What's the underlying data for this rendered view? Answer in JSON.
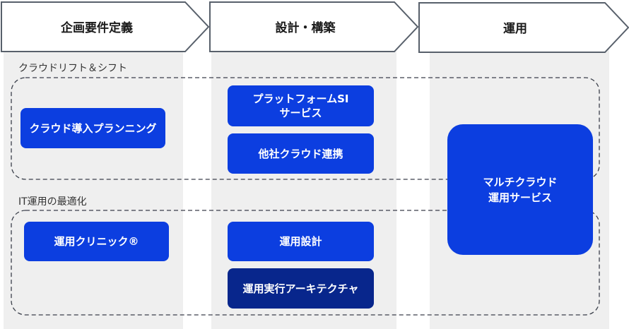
{
  "colors": {
    "box_blue": "#0c3ee0",
    "box_navy": "#08268c",
    "column_bg": "#efefef",
    "chevron_border": "#58606b",
    "dashed": "#3a3f4a"
  },
  "phases": [
    {
      "label": "企画要件定義"
    },
    {
      "label": "設計・構築"
    },
    {
      "label": "運用"
    }
  ],
  "sections": {
    "cloud": {
      "label": "クラウドリフト＆シフト"
    },
    "it_ops": {
      "label": "IT運用の最適化"
    }
  },
  "boxes": {
    "cloud_planning": "クラウド導入プランニング",
    "platform_si": "プラットフォームSI\nサービス",
    "other_cloud": "他社クラウド連携",
    "ops_clinic": "運用クリニック®",
    "ops_design": "運用設計",
    "ops_arch": "運用実行アーキテクチャ",
    "multicloud": "マルチクラウド\n運用サービス"
  }
}
